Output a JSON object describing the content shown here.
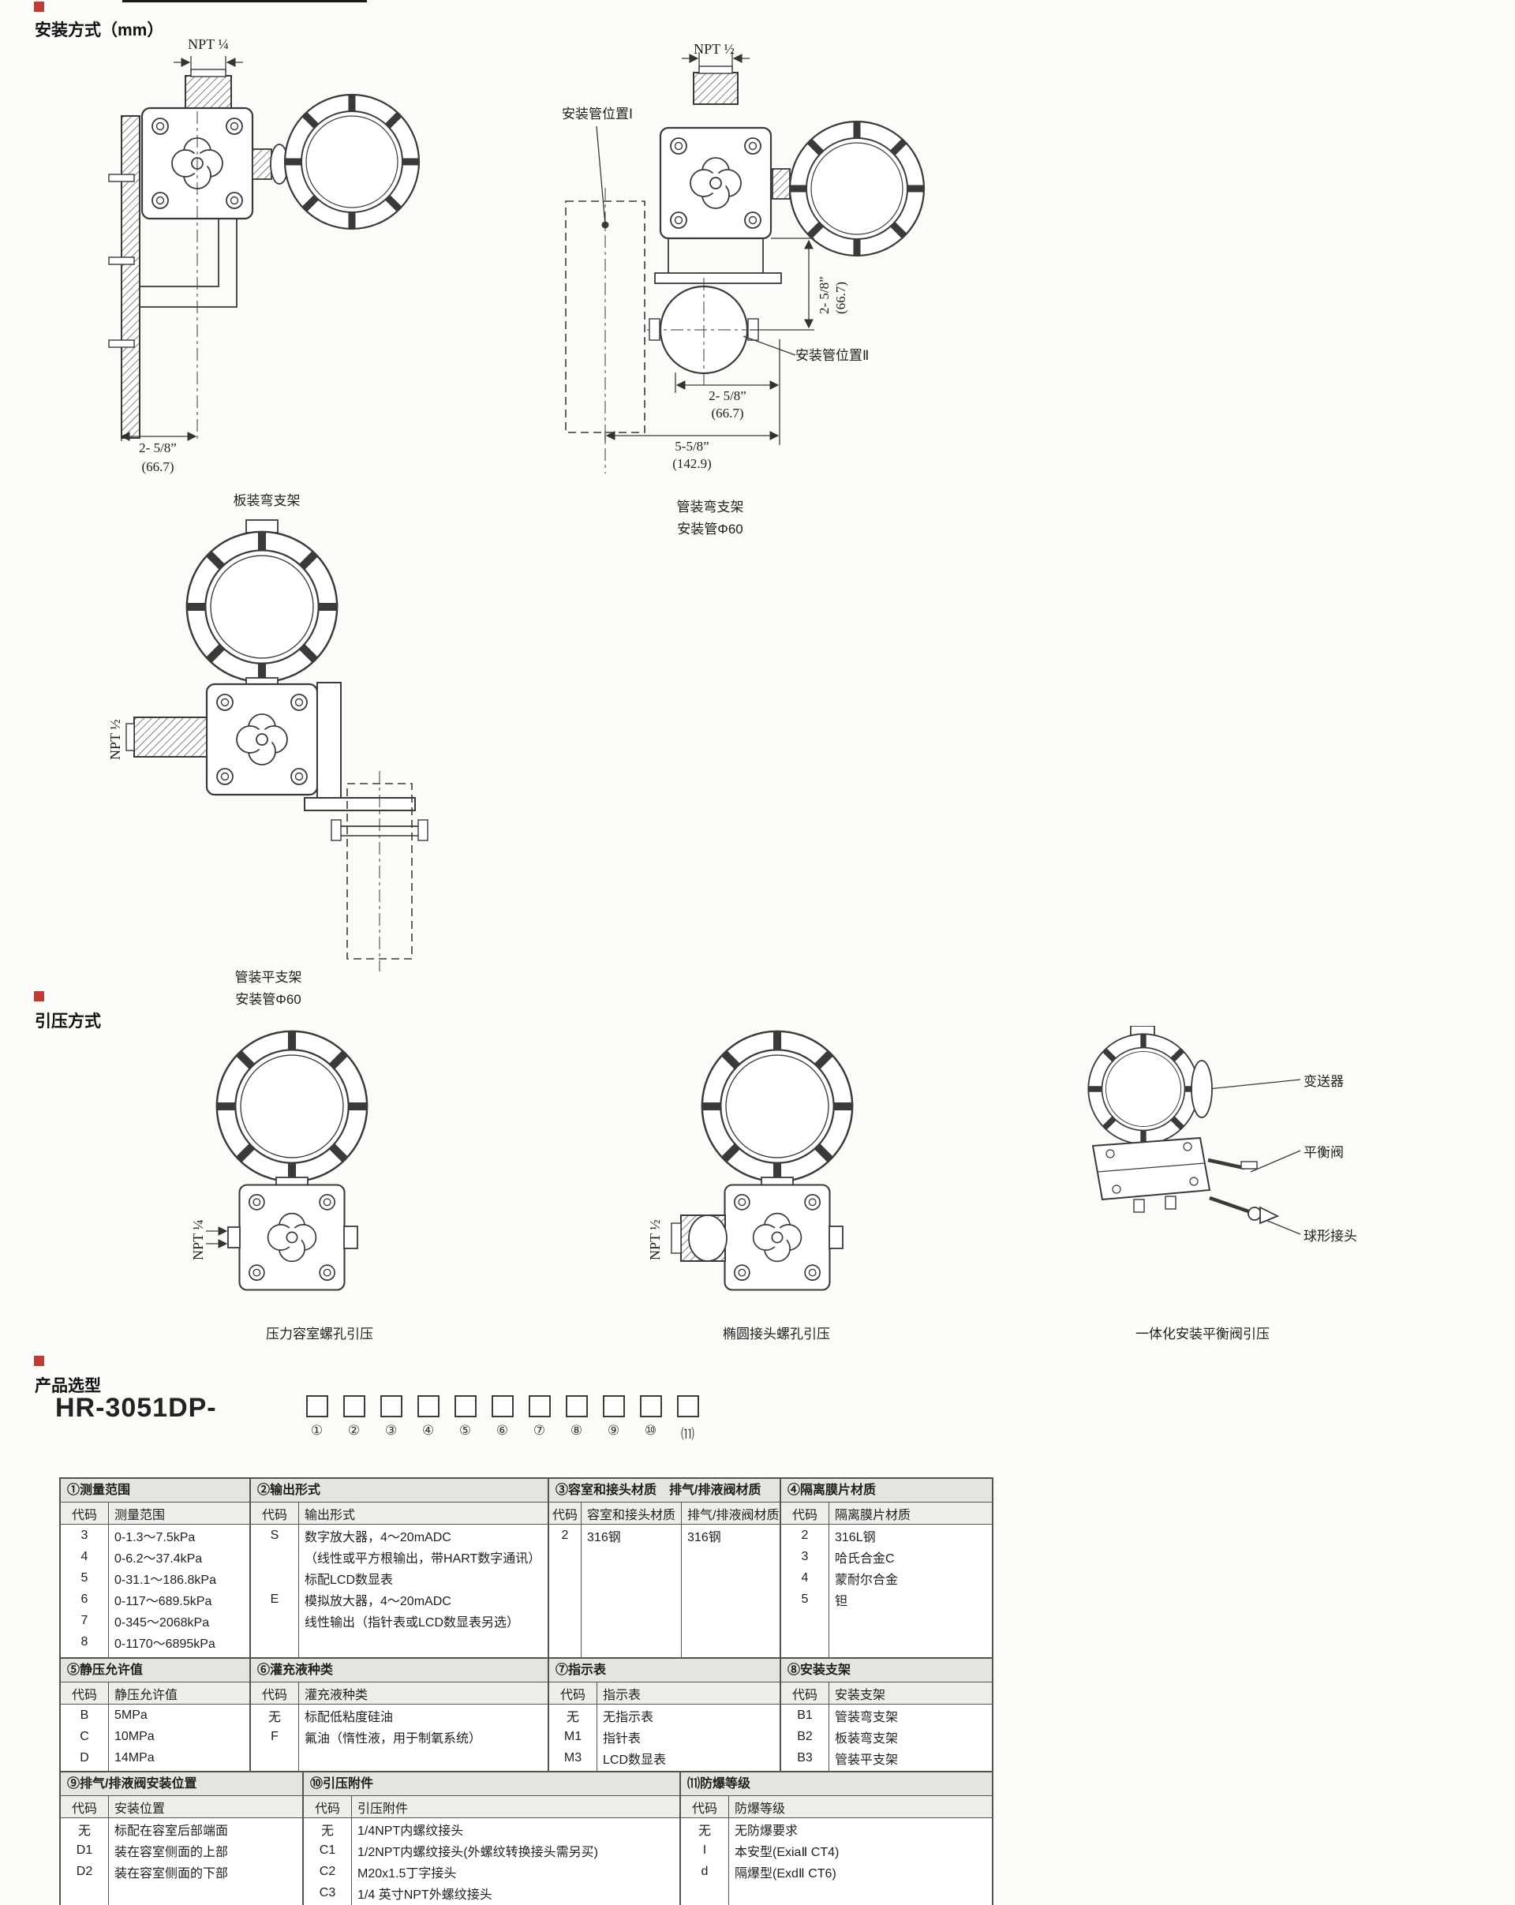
{
  "sections": {
    "install": "安装方式（mm）",
    "impulse": "引压方式",
    "selection": "产品选型"
  },
  "drawings": {
    "panel_bracket": {
      "npt": "NPT ¼",
      "dim_in": "2- 5/8”",
      "dim_mm": "(66.7)",
      "caption": "板装弯支架"
    },
    "pipe_bent_bracket": {
      "npt": "NPT ½",
      "pos1": "安装管位置Ⅰ",
      "pos2": "安装管位置Ⅱ",
      "vdim_in": "2- 5/8”",
      "vdim_mm": "(66.7)",
      "h1_in": "2- 5/8”",
      "h1_mm": "(66.7)",
      "h2_in": "5-5/8”",
      "h2_mm": "(142.9)",
      "caption1": "管装弯支架",
      "caption2": "安装管Φ60"
    },
    "pipe_flat_bracket": {
      "npt": "NPT ½",
      "caption1": "管装平支架",
      "caption2": "安装管Φ60"
    },
    "impulse_direct": {
      "npt": "NPT ¼",
      "caption": "压力容室螺孔引压"
    },
    "impulse_oval": {
      "npt": "NPT ½",
      "caption": "椭圆接头螺孔引压"
    },
    "impulse_manifold": {
      "transmitter": "变送器",
      "valve": "平衡阀",
      "ball": "球形接头",
      "caption": "一体化安装平衡阀引压"
    }
  },
  "model": {
    "prefix": "HR-3051DP-",
    "digits": [
      "①",
      "②",
      "③",
      "④",
      "⑤",
      "⑥",
      "⑦",
      "⑧",
      "⑨",
      "⑩",
      "⑾"
    ]
  },
  "tables": {
    "g1": {
      "title": "①测量范围",
      "cols": [
        "代码",
        "测量范围"
      ],
      "rows": [
        [
          "3",
          "0-1.3～7.5kPa"
        ],
        [
          "4",
          "0-6.2～37.4kPa"
        ],
        [
          "5",
          "0-31.1～186.8kPa"
        ],
        [
          "6",
          "0-117～689.5kPa"
        ],
        [
          "7",
          "0-345～2068kPa"
        ],
        [
          "8",
          "0-1170～6895kPa"
        ]
      ]
    },
    "g2": {
      "title": "②输出形式",
      "cols": [
        "代码",
        "输出形式"
      ],
      "rows": [
        [
          "S",
          "数字放大器，4～20mADC"
        ],
        [
          "",
          "（线性或平方根输出，带HART数字通讯）"
        ],
        [
          "",
          "标配LCD数显表"
        ],
        [
          "E",
          "模拟放大器，4～20mADC"
        ],
        [
          "",
          "线性输出（指针表或LCD数显表另选）"
        ]
      ]
    },
    "g3": {
      "title": "③容室和接头材质　排气/排液阀材质",
      "cols": [
        "代码",
        "容室和接头材质",
        "排气/排液阀材质"
      ],
      "rows": [
        [
          "2",
          "316钢",
          "316钢"
        ]
      ]
    },
    "g4": {
      "title": "④隔离膜片材质",
      "cols": [
        "代码",
        "隔离膜片材质"
      ],
      "rows": [
        [
          "2",
          "316L钢"
        ],
        [
          "3",
          "哈氏合金C"
        ],
        [
          "4",
          "蒙耐尔合金"
        ],
        [
          "5",
          "钽"
        ]
      ]
    },
    "g5": {
      "title": "⑤静压允许值",
      "cols": [
        "代码",
        "静压允许值"
      ],
      "rows": [
        [
          "B",
          "5MPa"
        ],
        [
          "C",
          "10MPa"
        ],
        [
          "D",
          "14MPa"
        ]
      ]
    },
    "g6": {
      "title": "⑥灌充液种类",
      "cols": [
        "代码",
        "灌充液种类"
      ],
      "rows": [
        [
          "无",
          "标配低粘度硅油"
        ],
        [
          "F",
          "氟油（惰性液，用于制氧系统）"
        ]
      ]
    },
    "g7": {
      "title": "⑦指示表",
      "cols": [
        "代码",
        "指示表"
      ],
      "rows": [
        [
          "无",
          "无指示表"
        ],
        [
          "M1",
          "指针表"
        ],
        [
          "M3",
          "LCD数显表"
        ]
      ]
    },
    "g8": {
      "title": "⑧安装支架",
      "cols": [
        "代码",
        "安装支架"
      ],
      "rows": [
        [
          "B1",
          "管装弯支架"
        ],
        [
          "B2",
          "板装弯支架"
        ],
        [
          "B3",
          "管装平支架"
        ]
      ]
    },
    "g9": {
      "title": "⑨排气/排液阀安装位置",
      "cols": [
        "代码",
        "安装位置"
      ],
      "rows": [
        [
          "无",
          "标配在容室后部端面"
        ],
        [
          "D1",
          "装在容室侧面的上部"
        ],
        [
          "D2",
          "装在容室侧面的下部"
        ]
      ]
    },
    "g10": {
      "title": "⑩引压附件",
      "cols": [
        "代码",
        "引压附件"
      ],
      "rows": [
        [
          "无",
          "1/4NPT内螺纹接头"
        ],
        [
          "C1",
          "1/2NPT内螺纹接头(外螺纹转换接头需另买)"
        ],
        [
          "C2",
          "M20x1.5丁字接头"
        ],
        [
          "C3",
          "1/4 英寸NPT外螺纹接头"
        ]
      ]
    },
    "g11": {
      "title": "⑾防爆等级",
      "cols": [
        "代码",
        "防爆等级"
      ],
      "rows": [
        [
          "无",
          "无防爆要求"
        ],
        [
          "I",
          "本安型(ExiaⅡ CT4)"
        ],
        [
          "d",
          "隔爆型(ExdⅡ CT6)"
        ]
      ]
    }
  }
}
